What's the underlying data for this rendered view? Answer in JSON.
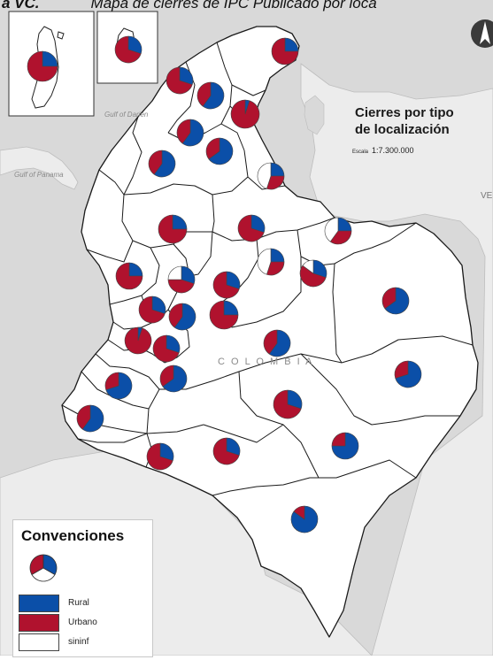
{
  "caption": {
    "figure_label": "a VC.",
    "text": "Mapa de cierres de IPC Publicado por loca"
  },
  "map": {
    "title_line1": "Cierres por tipo",
    "title_line2": "de localización",
    "scale_label": "Escala",
    "scale_value": "1:7.300.000",
    "country_label": "C O L O M B I A",
    "gulf_darien": "Gulf of Darien",
    "gulf_panama": "Gulf of Panama",
    "ve_label": "VE"
  },
  "legend": {
    "title": "Convenciones",
    "items": [
      {
        "label": "Rural",
        "color": "#0b4fa8"
      },
      {
        "label": "Urbano",
        "color": "#b0122e"
      },
      {
        "label": "sininf",
        "color": "#ffffff"
      }
    ]
  },
  "colors": {
    "land": "#ffffff",
    "water": "#d9d9d9",
    "border": "#1a1a1a",
    "rural": "#0b4fa8",
    "urbano": "#b0122e",
    "sininf": "#ffffff"
  },
  "chart_data": {
    "type": "pie",
    "title": "Cierres por tipo de localización",
    "series_names": [
      "Rural",
      "Urbano",
      "sininf"
    ],
    "pies": [
      {
        "rural": 0.25,
        "urbano": 0.75,
        "sininf": 0.0
      },
      {
        "rural": 0.3,
        "urbano": 0.7,
        "sininf": 0.0
      },
      {
        "rural": 0.25,
        "urbano": 0.75,
        "sininf": 0.0
      },
      {
        "rural": 0.3,
        "urbano": 0.7,
        "sininf": 0.0
      },
      {
        "rural": 0.6,
        "urbano": 0.4,
        "sininf": 0.0
      },
      {
        "rural": 0.05,
        "urbano": 0.95,
        "sininf": 0.0
      },
      {
        "rural": 0.6,
        "urbano": 0.4,
        "sininf": 0.0
      },
      {
        "rural": 0.65,
        "urbano": 0.35,
        "sininf": 0.0
      },
      {
        "rural": 0.25,
        "urbano": 0.3,
        "sininf": 0.45
      },
      {
        "rural": 0.6,
        "urbano": 0.4,
        "sininf": 0.0
      },
      {
        "rural": 0.25,
        "urbano": 0.75,
        "sininf": 0.0
      },
      {
        "rural": 0.3,
        "urbano": 0.7,
        "sininf": 0.0
      },
      {
        "rural": 0.25,
        "urbano": 0.35,
        "sininf": 0.4
      },
      {
        "rural": 0.25,
        "urbano": 0.75,
        "sininf": 0.0
      },
      {
        "rural": 0.3,
        "urbano": 0.45,
        "sininf": 0.25
      },
      {
        "rural": 0.3,
        "urbano": 0.7,
        "sininf": 0.0
      },
      {
        "rural": 0.25,
        "urbano": 0.3,
        "sininf": 0.45
      },
      {
        "rural": 0.3,
        "urbano": 0.55,
        "sininf": 0.15
      },
      {
        "rural": 0.3,
        "urbano": 0.7,
        "sininf": 0.0
      },
      {
        "rural": 0.6,
        "urbano": 0.4,
        "sininf": 0.0
      },
      {
        "rural": 0.25,
        "urbano": 0.75,
        "sininf": 0.0
      },
      {
        "rural": 0.05,
        "urbano": 0.95,
        "sininf": 0.0
      },
      {
        "rural": 0.3,
        "urbano": 0.7,
        "sininf": 0.0
      },
      {
        "rural": 0.65,
        "urbano": 0.35,
        "sininf": 0.0
      },
      {
        "rural": 0.6,
        "urbano": 0.4,
        "sininf": 0.0
      },
      {
        "rural": 0.65,
        "urbano": 0.35,
        "sininf": 0.0
      },
      {
        "rural": 0.7,
        "urbano": 0.3,
        "sininf": 0.0
      },
      {
        "rural": 0.7,
        "urbano": 0.3,
        "sininf": 0.0
      },
      {
        "rural": 0.3,
        "urbano": 0.7,
        "sininf": 0.0
      },
      {
        "rural": 0.6,
        "urbano": 0.4,
        "sininf": 0.0
      },
      {
        "rural": 0.3,
        "urbano": 0.7,
        "sininf": 0.0
      },
      {
        "rural": 0.3,
        "urbano": 0.7,
        "sininf": 0.0
      },
      {
        "rural": 0.75,
        "urbano": 0.25,
        "sininf": 0.0
      },
      {
        "rural": 0.85,
        "urbano": 0.15,
        "sininf": 0.0
      },
      {
        "rural": 0.85,
        "urbano": 0.15,
        "sininf": 0.0
      }
    ]
  }
}
